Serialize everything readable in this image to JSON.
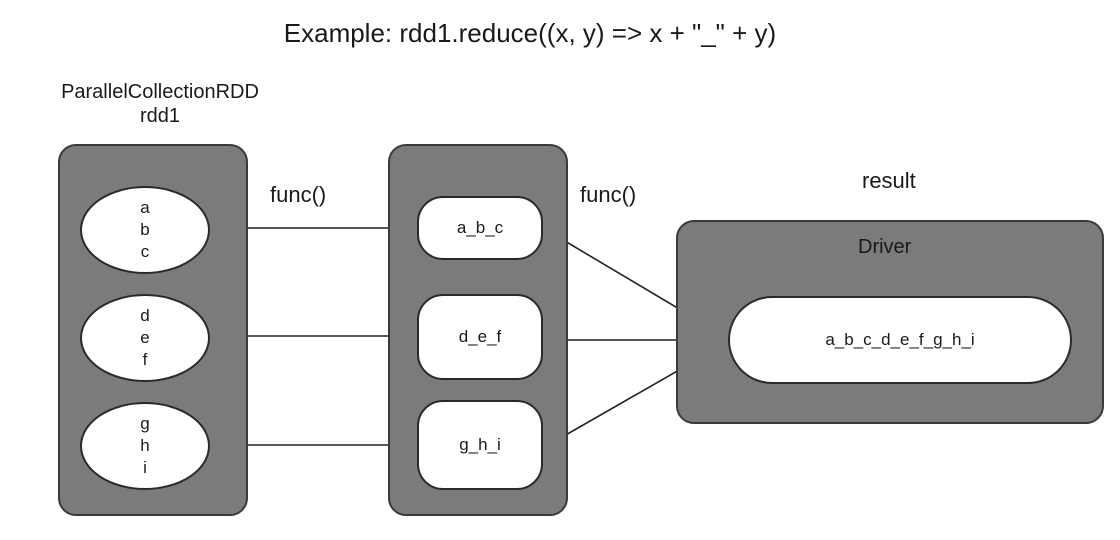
{
  "title": "Example: rdd1.reduce((x, y) => x + \"_\" + y)",
  "rdd": {
    "type_label": "ParallelCollectionRDD",
    "name": "rdd1"
  },
  "partitions": [
    {
      "lines": [
        "a",
        "b",
        "c"
      ]
    },
    {
      "lines": [
        "d",
        "e",
        "f"
      ]
    },
    {
      "lines": [
        "g",
        "h",
        "i"
      ]
    }
  ],
  "func_label_1": "func()",
  "func_label_2": "func()",
  "partials": [
    "a_b_c",
    "d_e_f",
    "g_h_i"
  ],
  "result_label": "result",
  "driver": {
    "label": "Driver",
    "value": "a_b_c_d_e_f_g_h_i"
  }
}
